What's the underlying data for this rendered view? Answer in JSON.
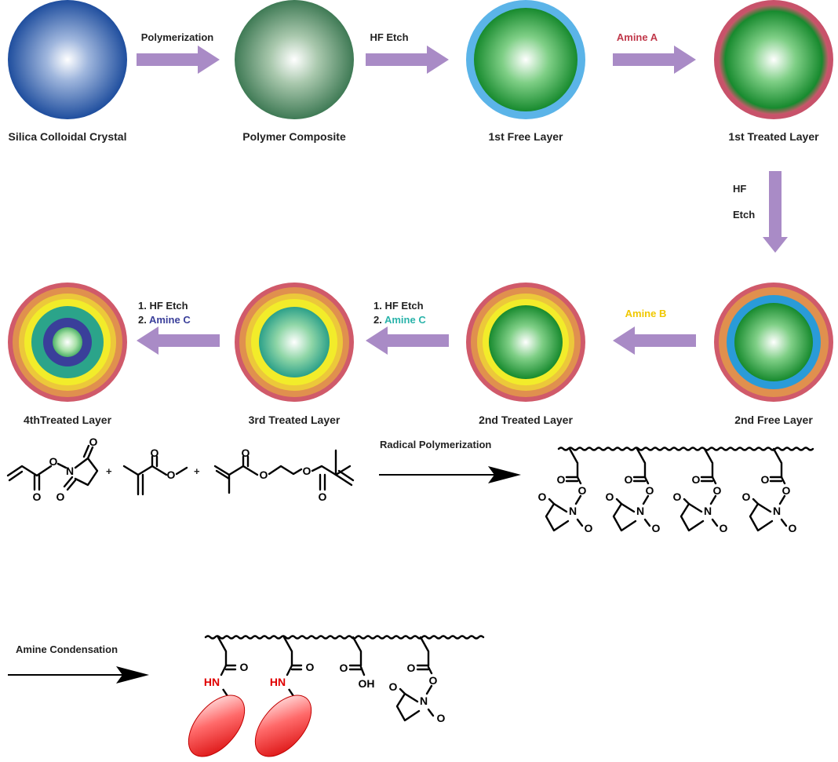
{
  "colors": {
    "arrow_purple": "#a98bc6",
    "amine_a": "#c0384a",
    "amine_b": "#f0c800",
    "amine_c_teal": "#2ab3aa",
    "amine_c_blue": "#3a3f9a",
    "protein_red": "#e00000"
  },
  "row1": {
    "stages": [
      {
        "label": "Silica Colloidal Crystal",
        "style": "silica"
      },
      {
        "label": "Polymer Composite",
        "style": "polymer"
      },
      {
        "label": "1st Free Layer",
        "style": "free1"
      },
      {
        "label": "1st Treated Layer",
        "style": "treated1"
      }
    ],
    "arrows": [
      {
        "label": "Polymerization"
      },
      {
        "label": "HF Etch"
      },
      {
        "label": "Amine A",
        "color": "#c0384a"
      }
    ]
  },
  "down_arrow": {
    "line1": "HF",
    "line2": "Etch"
  },
  "row2": {
    "stages": [
      {
        "label": "4thTreated Layer",
        "style": "treated4"
      },
      {
        "label": "3rd Treated Layer",
        "style": "treated3"
      },
      {
        "label": "2nd Treated Layer",
        "style": "treated2"
      },
      {
        "label": "2nd Free Layer",
        "style": "free2"
      }
    ],
    "arrows": [
      {
        "line1": "1. HF Etch",
        "line2_prefix": "2. ",
        "line2_reagent": "Amine C",
        "reagent_color": "#3a3f9a"
      },
      {
        "line1": "1. HF Etch",
        "line2_prefix": "2. ",
        "line2_reagent": "Amine C",
        "reagent_color": "#2ab3aa"
      },
      {
        "label": "Amine B",
        "color": "#f0c800"
      }
    ]
  },
  "reaction1": {
    "label": "Radical Polymerization",
    "plus": "+"
  },
  "reaction2": {
    "label": "Amine Condensation"
  },
  "atoms": {
    "O": "O",
    "N": "N",
    "HN": "HN",
    "OH": "OH"
  }
}
